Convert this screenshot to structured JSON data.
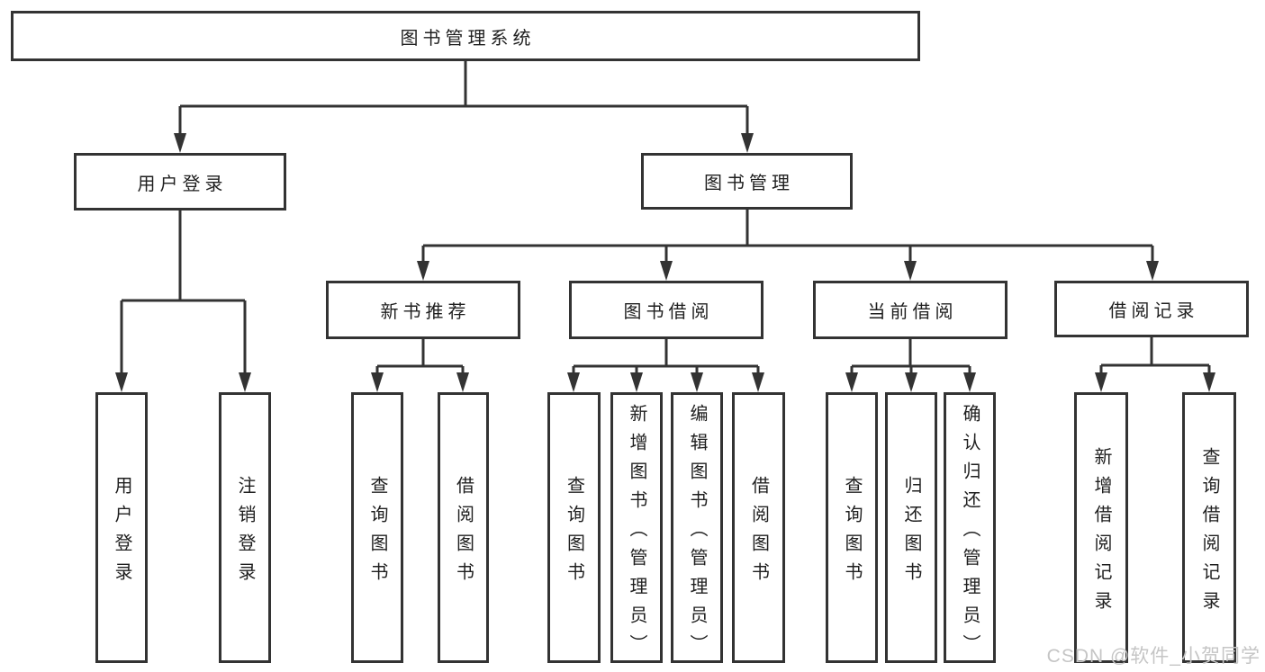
{
  "tree": {
    "root": {
      "label": "图书管理系统",
      "children": [
        {
          "label": "用户登录",
          "children": [
            {
              "label": "用户登录"
            },
            {
              "label": "注销登录"
            }
          ]
        },
        {
          "label": "图书管理",
          "children": [
            {
              "label": "新书推荐",
              "children": [
                {
                  "label": "查询图书"
                },
                {
                  "label": "借阅图书"
                }
              ]
            },
            {
              "label": "图书借阅",
              "children": [
                {
                  "label": "查询图书"
                },
                {
                  "label": "新增图书（管理员）"
                },
                {
                  "label": "编辑图书（管理员）"
                },
                {
                  "label": "借阅图书"
                }
              ]
            },
            {
              "label": "当前借阅",
              "children": [
                {
                  "label": "查询图书"
                },
                {
                  "label": "归还图书"
                },
                {
                  "label": "确认归还（管理员）"
                }
              ]
            },
            {
              "label": "借阅记录",
              "children": [
                {
                  "label": "新增借阅记录"
                },
                {
                  "label": "查询借阅记录"
                }
              ]
            }
          ]
        }
      ]
    }
  },
  "watermark": {
    "text": "CSDN @软件_小贺同学"
  },
  "colors": {
    "line": "#333333",
    "text": "#1f1f1f",
    "watermark": "#c5c5c5",
    "background": "#ffffff"
  }
}
